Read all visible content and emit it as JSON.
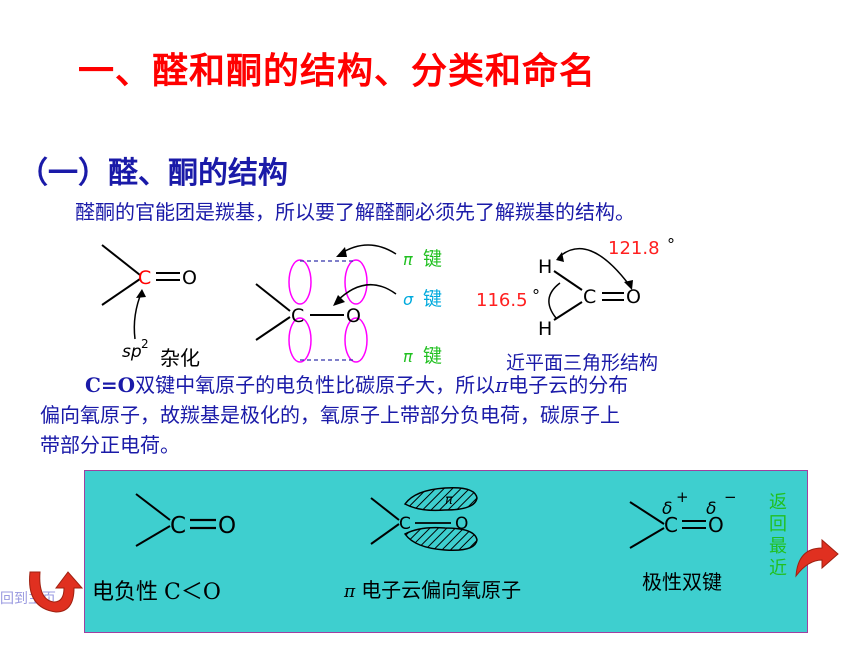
{
  "title": "一、醛和酮的结构、分类和命名",
  "subtitle": "（一）醛、酮的结构",
  "intro": "醛酮的官能团是羰基，所以要了解醛酮必须先了解羰基的结构。",
  "diagram1": {
    "c": "C",
    "o": "O",
    "hyb_label": "sp",
    "hyb_sup": "2",
    "hyb_suffix": "杂化"
  },
  "diagram2": {
    "c": "C",
    "o": "O",
    "pi_top": "π",
    "pi_top_word": "键",
    "sigma": "σ",
    "sigma_word": "键",
    "pi_bottom": "π",
    "pi_bottom_word": "键"
  },
  "diagram3": {
    "h1": "H",
    "h2": "H",
    "c": "C",
    "o": "O",
    "angle1": "121.8",
    "angle1_unit": "°",
    "angle2": "116.5",
    "angle2_unit": "°",
    "caption": "近平面三角形结构"
  },
  "paragraph": {
    "lead": "C=O",
    "line1": "双键中氧原子的电负性比碳原子大，所以",
    "pi": "π",
    "line1b": "电子云的分布",
    "line2": "偏向氧原子，故羰基是极化的，氧原子上带部分负电荷，碳原子上",
    "line3": "带部分正电荷。"
  },
  "box": {
    "c1": "C",
    "o1": "O",
    "electroneg_label": "电负性",
    "electroneg_formula": "C＜O",
    "c2": "C",
    "o2": "O",
    "pi_cloud": "π",
    "pi_cloud_label": "π",
    "pi_cloud_text": "电子云偏向氧原子",
    "c3": "C",
    "o3": "O",
    "delta_plus": "δ",
    "plus": "+",
    "delta_minus": "δ",
    "minus": "−",
    "polar_label": "极性双键"
  },
  "nav": {
    "return_recent": "返回最近",
    "back_home": "回到主页"
  },
  "colors": {
    "title": "#ff0000",
    "body_text": "#1a1aa8",
    "box_bg": "#3ecfcf",
    "lobe": "#ff00ff",
    "carbon": "#ff0000",
    "pi_label": "#20c020",
    "sigma_label": "#00aadd"
  }
}
